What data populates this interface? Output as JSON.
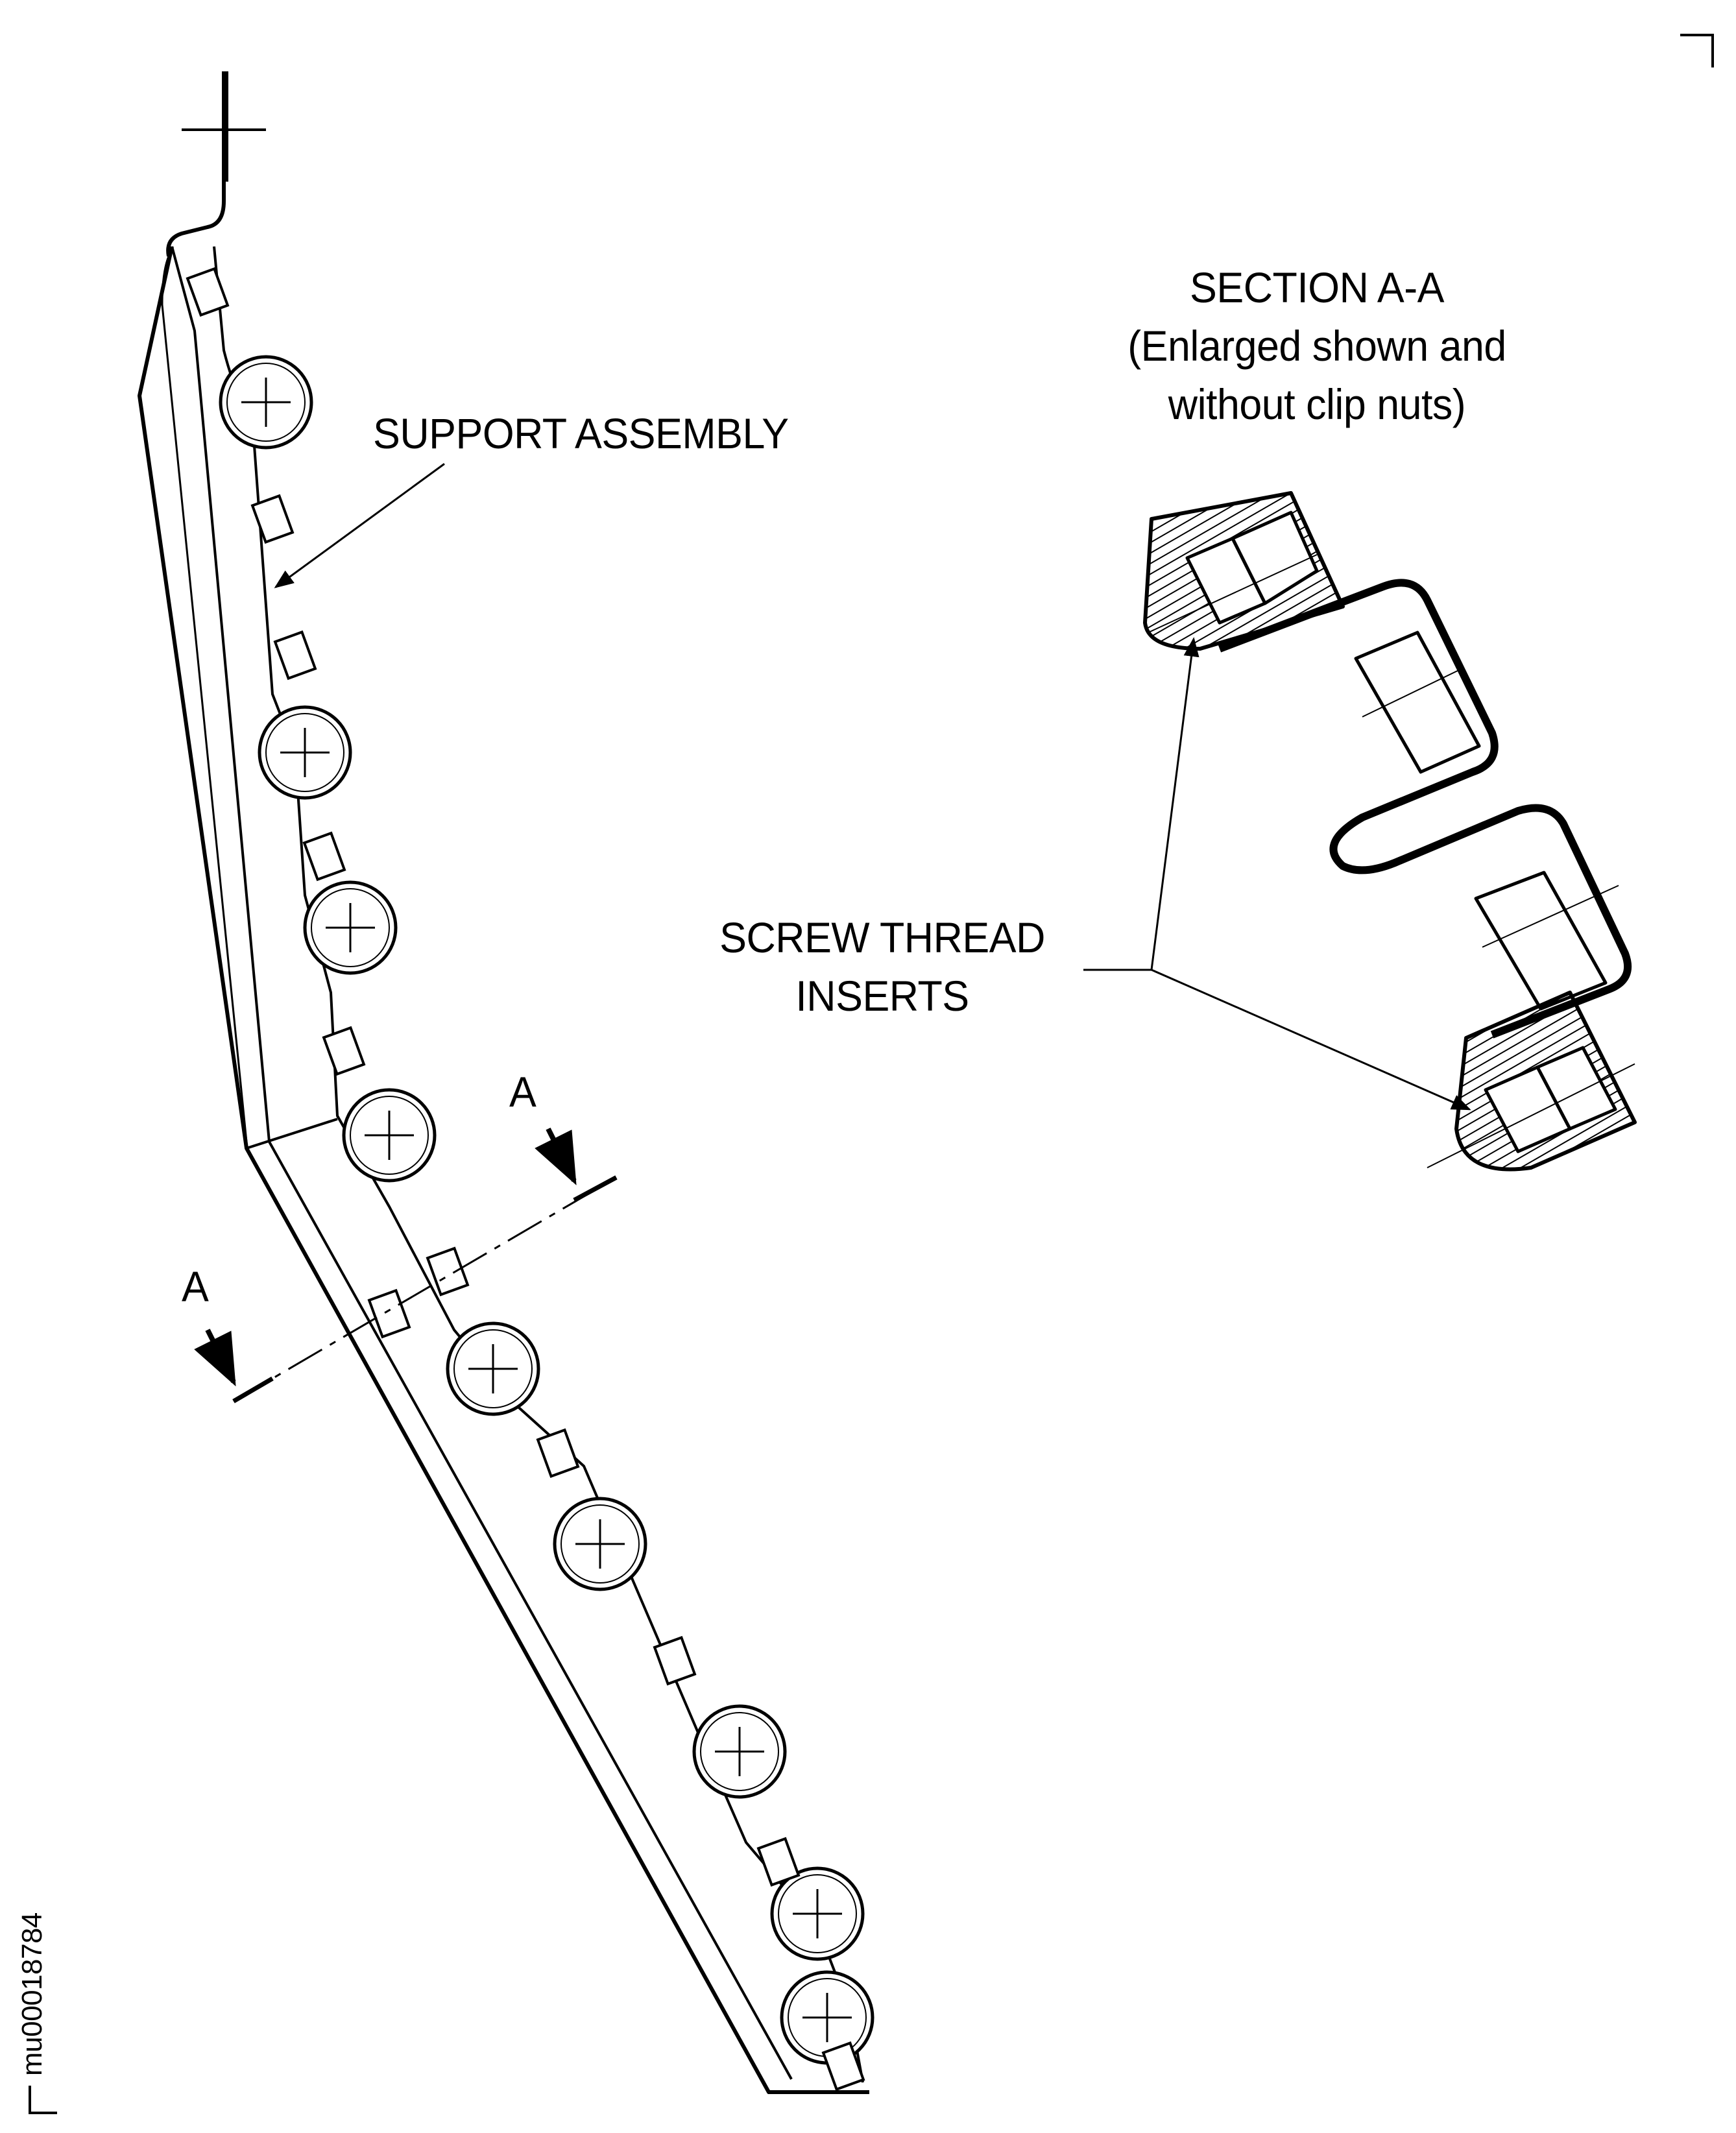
{
  "figure": {
    "type": "technical-illustration",
    "labels": {
      "support_assembly": "SUPPORT ASSEMBLY",
      "section_title": "SECTION A-A",
      "section_note_line1": "(Enlarged shown and",
      "section_note_line2": "without clip nuts)",
      "screw_line1": "SCREW THREAD",
      "screw_line2": "INSERTS",
      "section_marker_upper": "A",
      "section_marker_lower": "A",
      "figure_code": "mu00018784"
    },
    "parts": {
      "pipe_clamp_count": 9,
      "clip_nut_count": 10
    }
  }
}
